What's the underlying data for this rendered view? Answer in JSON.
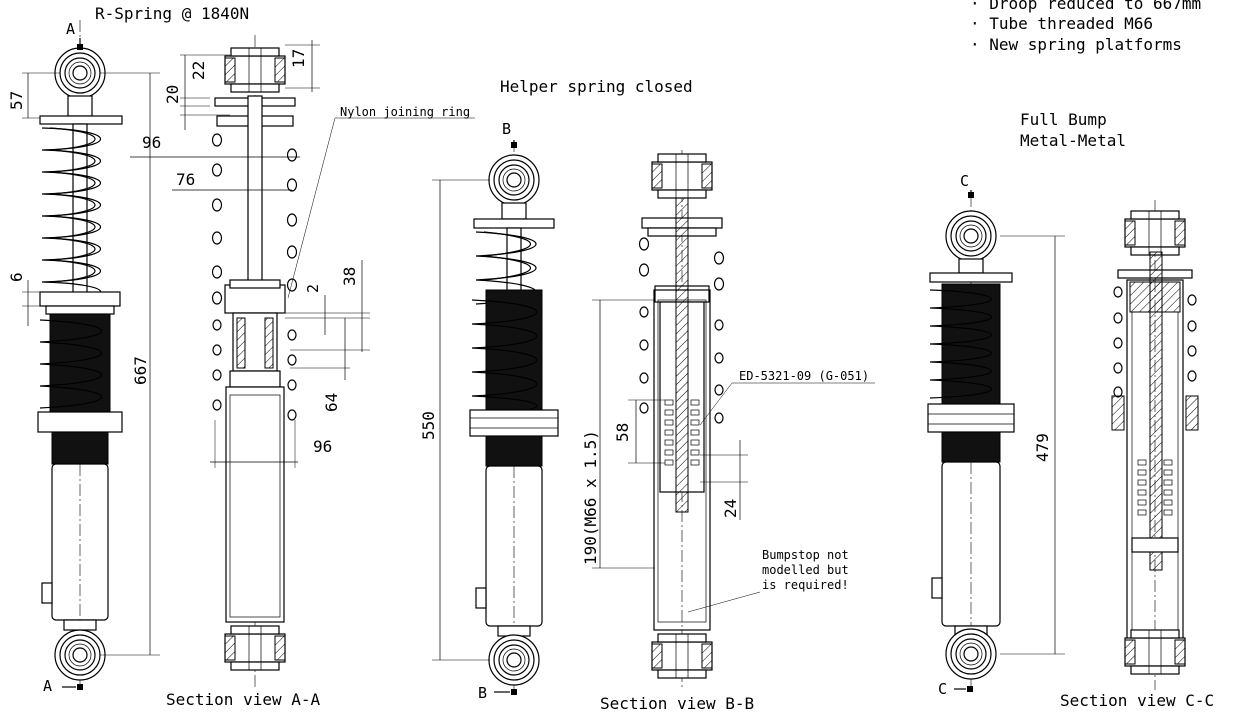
{
  "notes": {
    "spring_rate": "R-Spring @ 1840N",
    "bullet_1": "· Droop reduced to 667mm",
    "bullet_2": "· Tube threaded M66",
    "bullet_3": "· New spring platforms"
  },
  "headings": {
    "helper_closed": "Helper spring closed",
    "full_bump_1": "Full Bump",
    "full_bump_2": "Metal-Metal"
  },
  "section_markers": {
    "a": "A",
    "b": "B",
    "c": "C"
  },
  "section_titles": {
    "a": "Section view A-A",
    "b": "Section view B-B",
    "c": "Section view C-C"
  },
  "callouts": {
    "nylon_ring": "Nylon joining ring",
    "bumpstop_part": "ED-5321-09 (G-051)",
    "bumpstop_note_1": "Bumpstop not",
    "bumpstop_note_2": "modelled but",
    "bumpstop_note_3": "is required!"
  },
  "dimensions": {
    "eye_to_platform": "57",
    "overall_droop": "667",
    "platform_gap": "6",
    "top_mount_22": "22",
    "top_mount_17": "17",
    "cap_20": "20",
    "spring_od": "96",
    "spring_id": "76",
    "joining_ring_2": "2",
    "joining_ring_38": "38",
    "stroke_64": "64",
    "tube_od": "96",
    "helper_closed_length": "550",
    "thread_length": "190(M66 x 1.5)",
    "bumpstop_58": "58",
    "bumpstop_24": "24",
    "full_bump_length": "479"
  }
}
